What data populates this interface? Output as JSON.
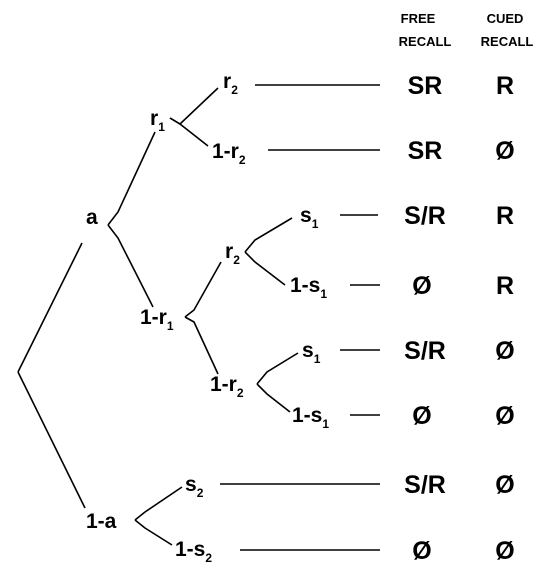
{
  "header": {
    "free_recall": [
      "FREE",
      "RECALL"
    ],
    "cued_recall": [
      "CUED",
      "RECALL"
    ]
  },
  "labels": {
    "a": {
      "main": "a",
      "sub": ""
    },
    "one_minus_a": {
      "main": "1-a",
      "sub": ""
    },
    "r1": {
      "main": "r",
      "sub": "1"
    },
    "one_minus_r1": {
      "main": "1-r",
      "sub": "1"
    },
    "r2_top": {
      "main": "r",
      "sub": "2"
    },
    "one_minus_r2_top": {
      "main": "1-r",
      "sub": "2"
    },
    "r2_mid": {
      "main": "r",
      "sub": "2"
    },
    "one_minus_r2_mid": {
      "main": "1-r",
      "sub": "2"
    },
    "s1_a": {
      "main": "s",
      "sub": "1"
    },
    "one_minus_s1_a": {
      "main": "1-s",
      "sub": "1"
    },
    "s1_b": {
      "main": "s",
      "sub": "1"
    },
    "one_minus_s1_b": {
      "main": "1-s",
      "sub": "1"
    },
    "s2": {
      "main": "s",
      "sub": "2"
    },
    "one_minus_s2": {
      "main": "1-s",
      "sub": "2"
    }
  },
  "outcomes": [
    {
      "free": "SR",
      "cued": "R"
    },
    {
      "free": "SR",
      "cued": "Ø"
    },
    {
      "free": "S/R",
      "cued": "R"
    },
    {
      "free": "Ø",
      "cued": "R"
    },
    {
      "free": "S/R",
      "cued": "Ø"
    },
    {
      "free": "Ø",
      "cued": "Ø"
    },
    {
      "free": "S/R",
      "cued": "Ø"
    },
    {
      "free": "Ø",
      "cued": "Ø"
    }
  ]
}
